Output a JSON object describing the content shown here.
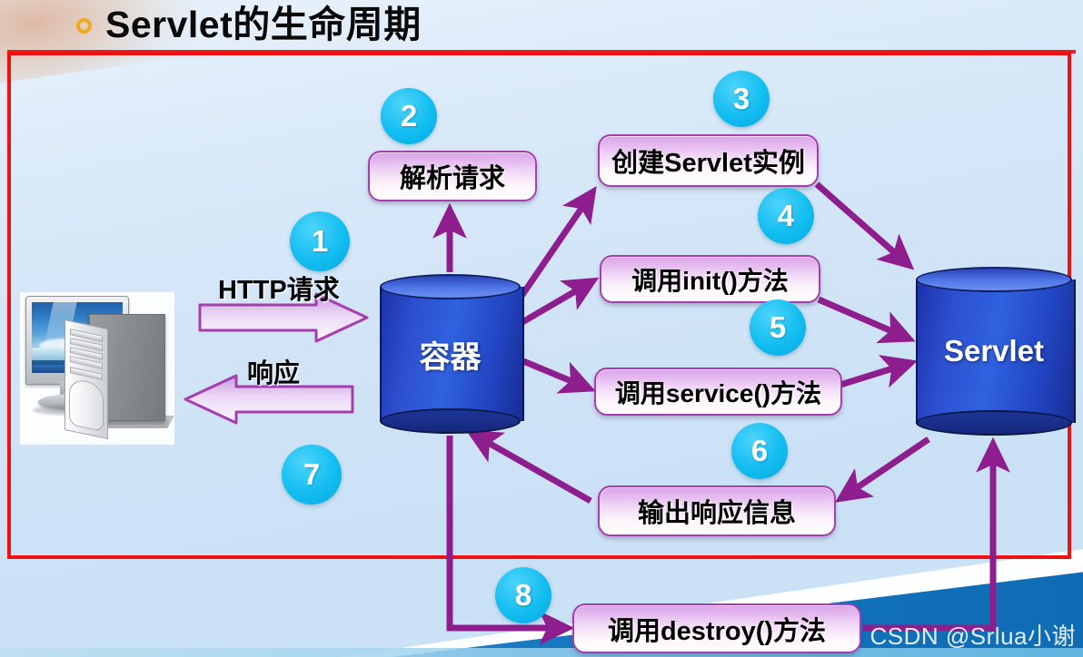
{
  "slide": {
    "title": "Servlet的生命周期",
    "bullet_icon": "circle-bullet-icon",
    "accent_color": "#ee1111",
    "badge_color": "#12bdf0",
    "box_border_color": "#a63fae",
    "arrow_color": "#8e1d8e"
  },
  "diagram": {
    "client": {
      "icon": "desktop-computer-icon",
      "request_label": "HTTP请求",
      "response_label": "响应"
    },
    "nodes": [
      {
        "id": "container",
        "label": "容器",
        "shape": "cylinder"
      },
      {
        "id": "servlet",
        "label": "Servlet",
        "shape": "cylinder"
      }
    ],
    "steps": [
      {
        "number": "1",
        "label": "HTTP请求"
      },
      {
        "number": "2",
        "label": "解析请求"
      },
      {
        "number": "3",
        "label": "创建Servlet实例"
      },
      {
        "number": "4",
        "label": "调用init()方法"
      },
      {
        "number": "5",
        "label": "调用service()方法"
      },
      {
        "number": "6",
        "label": "输出响应信息"
      },
      {
        "number": "7",
        "label": "响应"
      },
      {
        "number": "8",
        "label": "调用destroy()方法"
      }
    ]
  },
  "watermark": {
    "text": "CSDN @Srlua小谢"
  }
}
